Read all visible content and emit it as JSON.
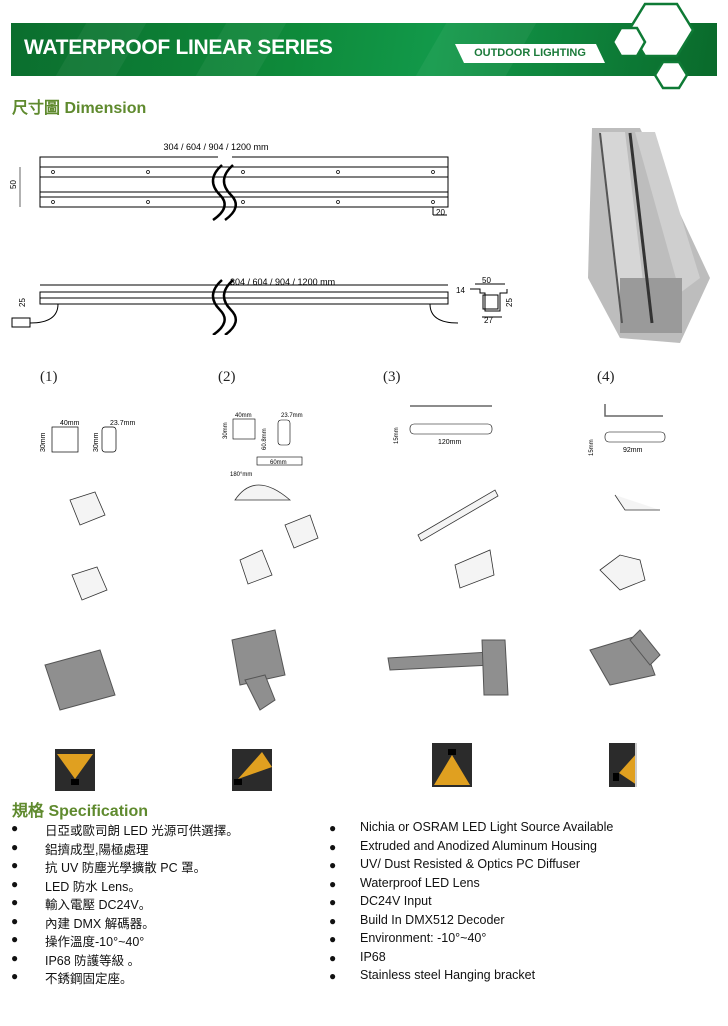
{
  "header": {
    "title": "WATERPROOF LINEAR SERIES",
    "tag": "OUTDOOR LIGHTING",
    "brand_color": "#0e8a3a"
  },
  "dimension": {
    "heading": "尺寸圖 Dimension",
    "top_view": {
      "length": "304 / 604 / 904 / 1200 mm",
      "width": "50",
      "edge": "20"
    },
    "side_view": {
      "length": "304 / 604 / 904 / 1200 mm",
      "height": "25"
    },
    "section": {
      "top": "50",
      "lip": "14",
      "height": "25",
      "bottom": "27"
    }
  },
  "brackets": [
    {
      "label": "(1)",
      "dims": [
        "40mm",
        "30mm",
        "23.7mm",
        "30mm"
      ]
    },
    {
      "label": "(2)",
      "dims": [
        "40mm",
        "30mm",
        "23.7mm",
        "60.8mm",
        "60mm",
        "180°mm"
      ]
    },
    {
      "label": "(3)",
      "dims": [
        "15mm",
        "120mm"
      ]
    },
    {
      "label": "(4)",
      "dims": [
        "15mm",
        "92mm"
      ]
    }
  ],
  "spec": {
    "heading": "規格  Specification",
    "zh": [
      "日亞或歐司朗 LED 光源可供選擇。",
      "鋁擠成型,陽極處理",
      "抗 UV 防塵光學擴散 PC 罩。",
      "LED 防水 Lens。",
      "輸入電壓 DC24V。",
      "內建 DMX  解碼器。",
      "操作溫度-10°~40°",
      "IP68 防護等級  。",
      "不銹鋼固定座。"
    ],
    "en": [
      "Nichia or OSRAM LED Light Source Available",
      "Extruded and Anodized Aluminum Housing",
      "UV/ Dust Resisted & Optics PC Diffuser",
      "Waterproof LED Lens",
      "DC24V Input",
      "Build In DMX512 Decoder",
      "Environment: -10°~40°",
      "IP68",
      "Stainless steel Hanging bracket"
    ],
    "bullet": "●"
  }
}
